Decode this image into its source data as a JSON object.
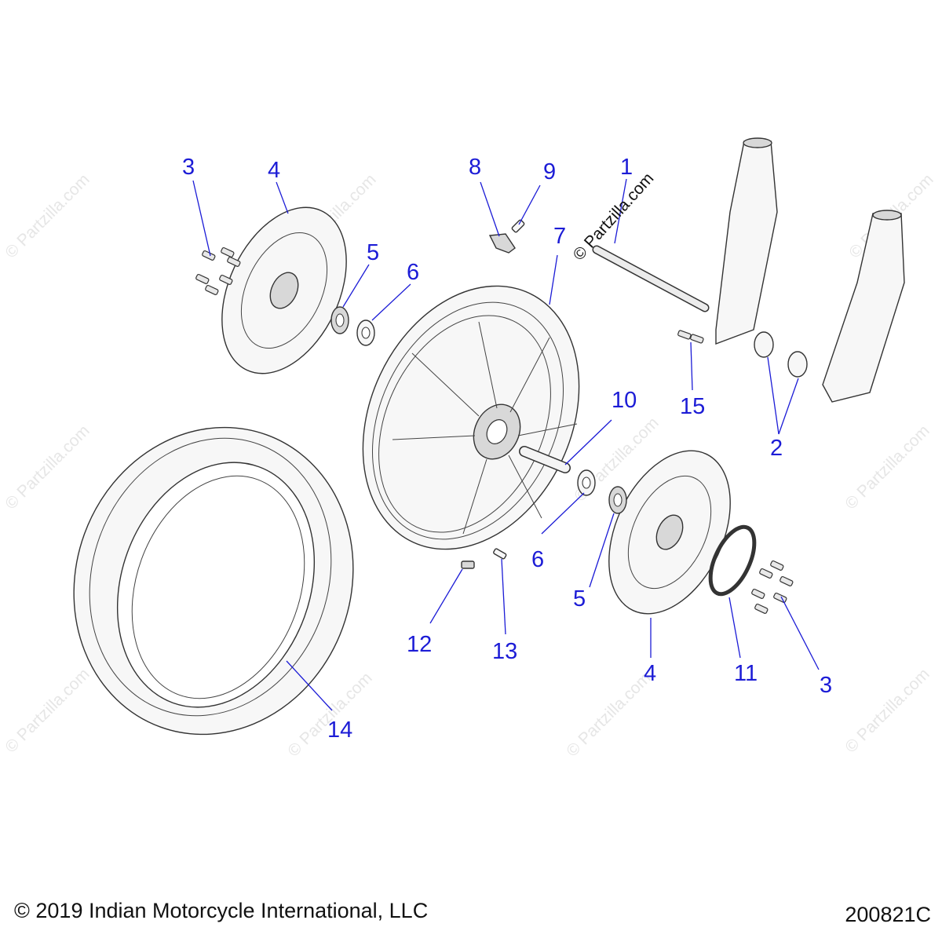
{
  "callouts": {
    "c1": "1",
    "c2": "2",
    "c3a": "3",
    "c3b": "3",
    "c4a": "4",
    "c4b": "4",
    "c5a": "5",
    "c5b": "5",
    "c6a": "6",
    "c6b": "6",
    "c7": "7",
    "c8": "8",
    "c9": "9",
    "c10": "10",
    "c11": "11",
    "c12": "12",
    "c13": "13",
    "c14": "14",
    "c15": "15"
  },
  "watermark_main": "© Partzilla.com",
  "watermark_faint": "© Partzilla.com",
  "footer": {
    "copyright": "© 2019 Indian Motorcycle International, LLC",
    "diagram_code": "200821C"
  }
}
